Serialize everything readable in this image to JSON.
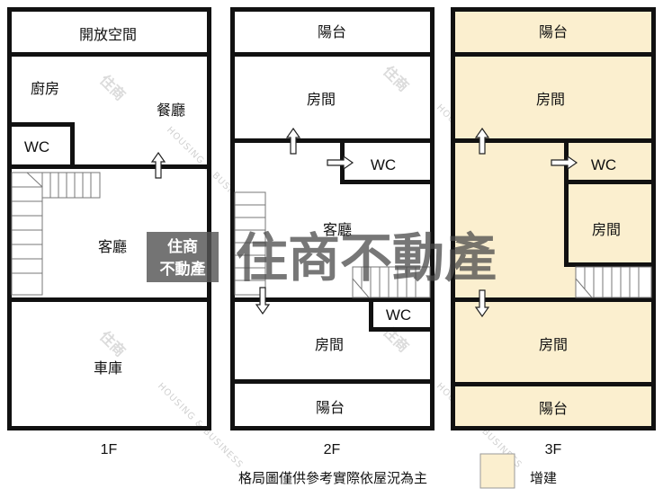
{
  "colors": {
    "wall": "#111111",
    "extension_fill": "#fbefcf",
    "background": "#ffffff"
  },
  "floors": [
    {
      "label": "1F",
      "rooms": {
        "open_space": "開放空間",
        "kitchen": "廚房",
        "dining": "餐廳",
        "wc": "WC",
        "living": "客廳",
        "garage": "車庫"
      }
    },
    {
      "label": "2F",
      "rooms": {
        "balcony_top": "陽台",
        "bedroom_top": "房間",
        "wc_top": "WC",
        "living": "客廳",
        "wc_bottom": "WC",
        "bedroom_bottom": "房間",
        "balcony_bottom": "陽台"
      }
    },
    {
      "label": "3F",
      "rooms": {
        "balcony_top": "陽台",
        "bedroom_top": "房間",
        "wc": "WC",
        "bedroom_mid": "房間",
        "bedroom_bottom": "房間",
        "balcony_bottom": "陽台"
      }
    }
  ],
  "watermark": {
    "logo_top": "住商",
    "logo_bottom": "不動產",
    "big_text": "住商不動產",
    "english": "HOUSING & BUSINESS"
  },
  "caption": "格局圖僅供參考實際依屋況為主",
  "legend": {
    "extension_label": "增建"
  }
}
